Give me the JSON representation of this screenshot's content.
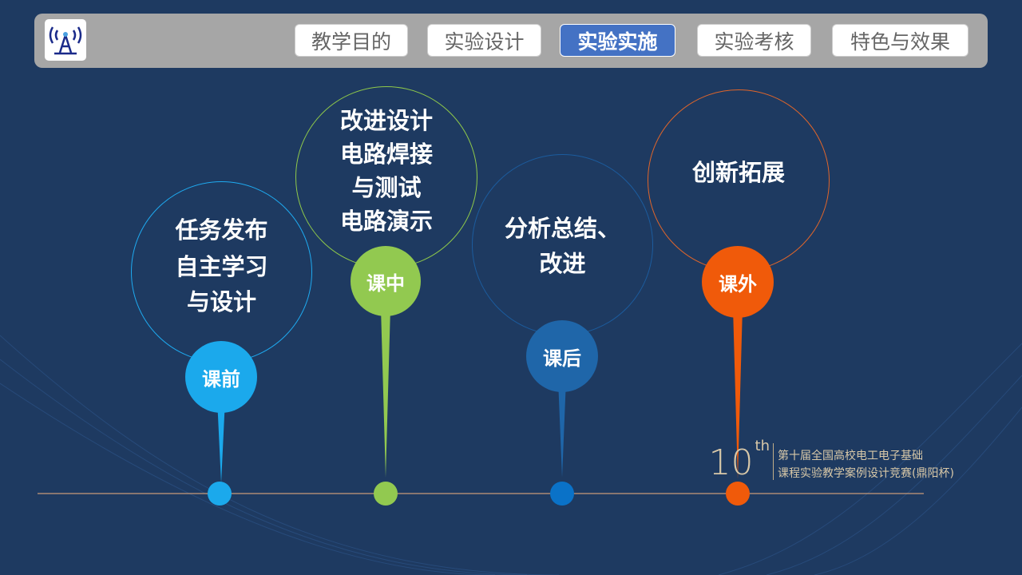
{
  "nav": {
    "tabs": [
      "教学目的",
      "实验设计",
      "实验实施",
      "实验考核",
      "特色与效果"
    ],
    "active": 2
  },
  "stages": [
    {
      "badge": "课前",
      "lines": [
        "任务发布",
        "自主学习",
        "与设计"
      ],
      "ring": "#1eaaf0",
      "color": "#1ba9ec",
      "dot": "#1ba9ec"
    },
    {
      "badge": "课中",
      "lines": [
        "改进设计",
        "电路焊接",
        "与测试",
        "电路演示"
      ],
      "ring": "#8fc94a",
      "color": "#92c950",
      "dot": "#92c950"
    },
    {
      "badge": "课后",
      "lines": [
        "分析总结、",
        "改进"
      ],
      "ring": "#1c5c9e",
      "color": "#1f66a9",
      "dot": "#0a72c8"
    },
    {
      "badge": "课外",
      "lines": [
        "创新拓展"
      ],
      "ring": "#e0652a",
      "color": "#f05a0a",
      "dot": "#f05a0a"
    }
  ],
  "footer": {
    "edition": "10",
    "suffix": "th",
    "line1": "第十届全国高校电工电子基础",
    "line2": "课程实验教学案例设计竞赛(鼎阳杯)"
  }
}
